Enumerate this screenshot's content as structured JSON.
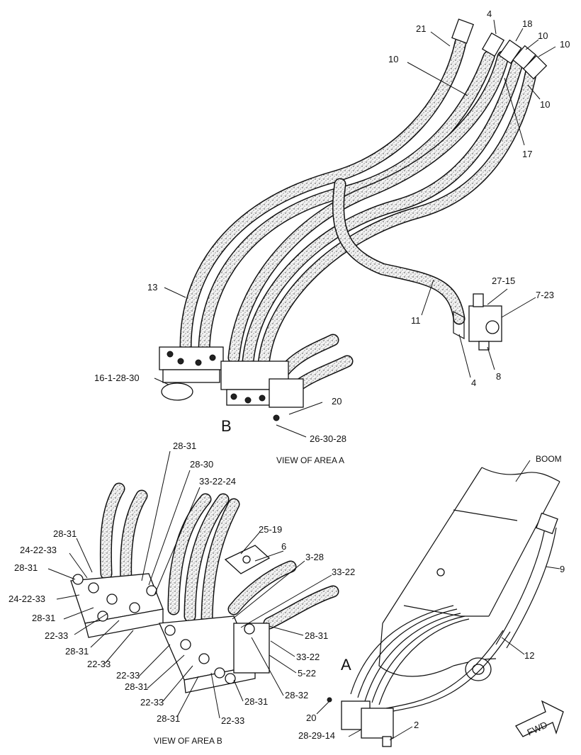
{
  "labels": {
    "top": {
      "l21": "21",
      "l4a": "4",
      "l18": "18",
      "l10a": "10",
      "l10b": "10",
      "l10c": "10",
      "l10d": "10",
      "l17": "17",
      "l13": "13",
      "l11": "11",
      "l27_15": "27-15",
      "l7_23": "7-23",
      "l4b": "4",
      "l8": "8",
      "l16_1_28_30": "16-1-28-30",
      "l20": "20",
      "l26_30_28": "26-30-28",
      "area_b_mark": "B",
      "view_a": "VIEW OF AREA  A"
    },
    "detail": {
      "l28_31_a": "28-31",
      "l28_30": "28-30",
      "l33_22_24": "33-22-24",
      "l28_31_b": "28-31",
      "l24_22_33_a": "24-22-33",
      "l28_31_c": "28-31",
      "l24_22_33_b": "24-22-33",
      "l28_31_d": "28-31",
      "l22_33_a": "22-33",
      "l28_31_e": "28-31",
      "l22_33_b": "22-33",
      "l22_33_c": "22-33",
      "l28_31_f": "28-31",
      "l22_33_d": "22-33",
      "l28_31_g": "28-31",
      "l22_33_e": "22-33",
      "l25_19": "25-19",
      "l6": "6",
      "l3_28": "3-28",
      "l33_22": "33-22",
      "l28_31_h": "28-31",
      "l33_22_b": "33-22",
      "l5_22": "5-22",
      "l28_32": "28-32",
      "l28_31_i": "28-31",
      "view_b": "VIEW OF AREA  B"
    },
    "boom": {
      "boom": "BOOM",
      "l9": "9",
      "l12": "12",
      "area_a_mark": "A",
      "l20": "20",
      "l28_29_14": "28-29-14",
      "l2": "2",
      "fwd": "FWD"
    }
  },
  "colors": {
    "ink": "#111111",
    "paper": "#ffffff"
  }
}
